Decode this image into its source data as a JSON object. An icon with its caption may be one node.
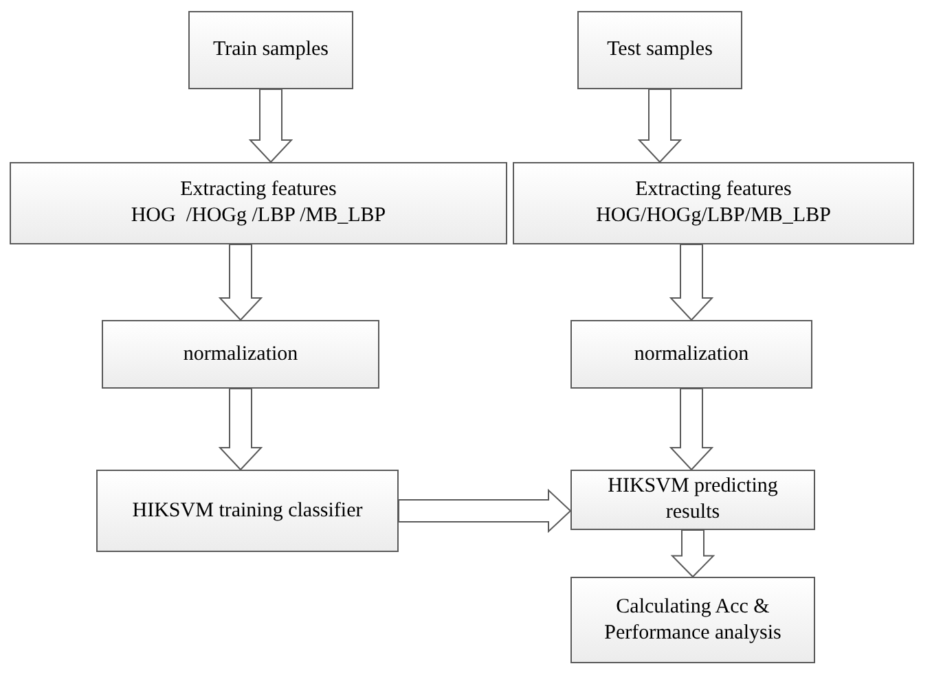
{
  "diagram": {
    "nodes": [
      {
        "text": [
          "Train samples"
        ]
      },
      {
        "text": [
          "Extracting features",
          "HOG  /HOGg /LBP /MB_LBP"
        ]
      },
      {
        "text": [
          "normalization"
        ]
      },
      {
        "text": [
          "HIKSVM training classifier"
        ]
      },
      {
        "text": [
          "Test samples"
        ]
      },
      {
        "text": [
          "Extracting features",
          "HOG/HOGg/LBP/MB_LBP"
        ]
      },
      {
        "text": [
          "normalization"
        ]
      },
      {
        "text": [
          "HIKSVM predicting results"
        ]
      },
      {
        "text": [
          "Calculating Acc & Performance analysis"
        ]
      }
    ],
    "edges": [
      {
        "from": 0,
        "to": 1,
        "arrow": "to"
      },
      {
        "from": 1,
        "to": 2,
        "arrow": "to"
      },
      {
        "from": 2,
        "to": 3,
        "arrow": "to"
      },
      {
        "from": 4,
        "to": 5,
        "arrow": "to"
      },
      {
        "from": 5,
        "to": 6,
        "arrow": "to"
      },
      {
        "from": 6,
        "to": 7,
        "arrow": "to"
      },
      {
        "from": 3,
        "to": 7,
        "arrow": "to"
      },
      {
        "from": 7,
        "to": 8,
        "arrow": "to"
      }
    ]
  }
}
